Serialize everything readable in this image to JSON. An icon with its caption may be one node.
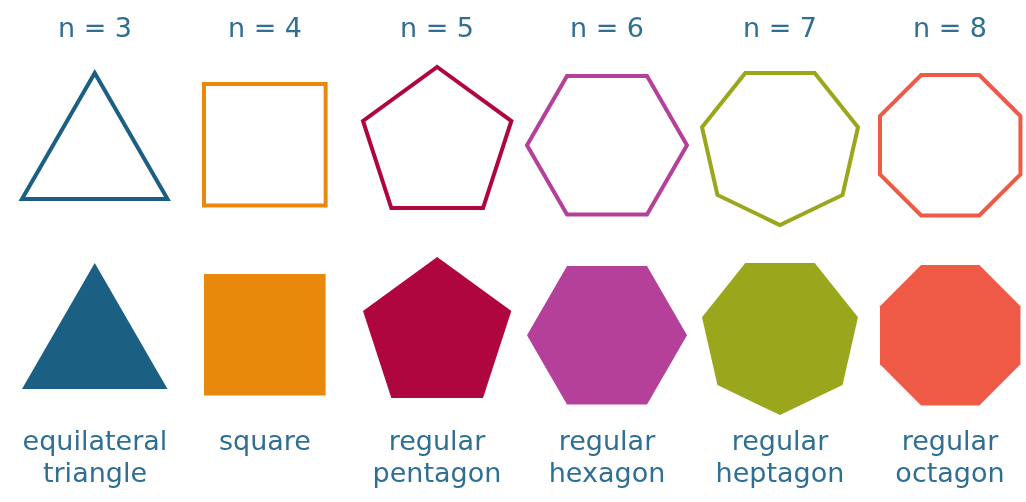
{
  "diagram": {
    "nodes": [
      {
        "text": [],
        "shape": "triangle"
      },
      {
        "text": [],
        "shape": "square"
      },
      {
        "text": [],
        "shape": "pentagon"
      },
      {
        "text": [],
        "shape": "hexagon"
      },
      {
        "text": [],
        "shape": "heptagon"
      },
      {
        "text": [],
        "shape": "octagon"
      },
      {
        "text": [],
        "shape": "triangle"
      },
      {
        "text": [],
        "shape": "square"
      },
      {
        "text": [],
        "shape": "pentagon"
      },
      {
        "text": [],
        "shape": "hexagon"
      },
      {
        "text": [],
        "shape": "heptagon"
      },
      {
        "text": [],
        "shape": "octagon"
      }
    ],
    "labels": [
      "n = 3",
      "n = 4",
      "n = 5",
      "n = 6",
      "n = 7",
      "n = 8",
      "equilateral triangle",
      "square",
      "regular pentagon",
      "regular hexagon",
      "regular heptagon",
      "regular octagon"
    ]
  }
}
